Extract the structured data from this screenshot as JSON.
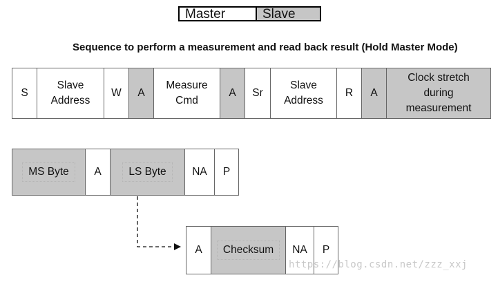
{
  "legend": {
    "master": "Master",
    "slave": "Slave"
  },
  "title": "Sequence to perform a measurement and read back result (Hold Master Mode)",
  "colors": {
    "master_fill": "#ffffff",
    "slave_fill": "#c6c6c6",
    "border": "#666666"
  },
  "row1": [
    {
      "text": "S",
      "owner": "master"
    },
    {
      "text": "Slave\nAddress",
      "owner": "master"
    },
    {
      "text": "W",
      "owner": "master"
    },
    {
      "text": "A",
      "owner": "slave"
    },
    {
      "text": "Measure\nCmd",
      "owner": "master"
    },
    {
      "text": "A",
      "owner": "slave"
    },
    {
      "text": "Sr",
      "owner": "master"
    },
    {
      "text": "Slave\nAddress",
      "owner": "master"
    },
    {
      "text": "R",
      "owner": "master"
    },
    {
      "text": "A",
      "owner": "slave"
    },
    {
      "text": "Clock stretch\nduring\nmeasurement",
      "owner": "slave"
    }
  ],
  "row2": [
    {
      "text": "MS Byte",
      "owner": "slave"
    },
    {
      "text": "A",
      "owner": "master"
    },
    {
      "text": "LS Byte",
      "owner": "slave"
    },
    {
      "text": "NA",
      "owner": "master"
    },
    {
      "text": "P",
      "owner": "master"
    }
  ],
  "row3": [
    {
      "text": "A",
      "owner": "master"
    },
    {
      "text": "Checksum",
      "owner": "slave"
    },
    {
      "text": "NA",
      "owner": "master"
    },
    {
      "text": "P",
      "owner": "master"
    }
  ],
  "watermark": "https://blog.csdn.net/zzz_xxj"
}
